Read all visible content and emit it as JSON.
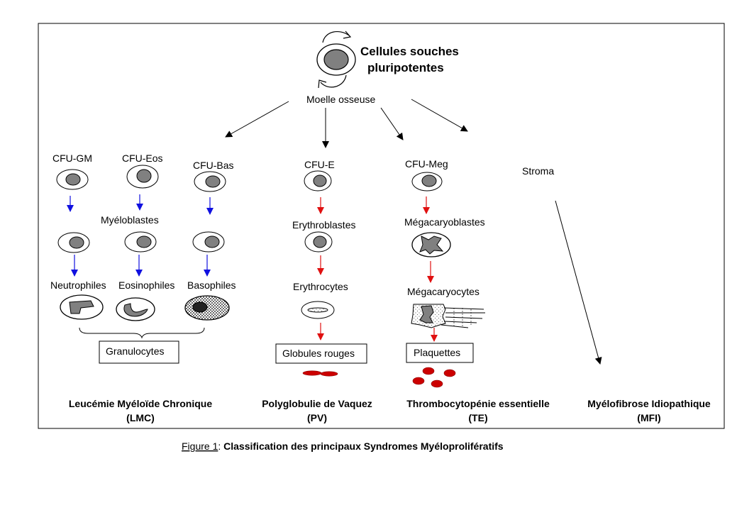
{
  "stem": {
    "title_line1": "Cellules souches",
    "title_line2": "pluripotentes",
    "marrow": "Moelle osseuse"
  },
  "lineages": {
    "cfu_gm": "CFU-GM",
    "cfu_eos": "CFU-Eos",
    "cfu_bas": "CFU-Bas",
    "cfu_e": "CFU-E",
    "cfu_meg": "CFU-Meg",
    "stroma": "Stroma"
  },
  "stages": {
    "myeloblasts": "Myéloblastes",
    "neutrophils": "Neutrophiles",
    "eosinophils": "Eosinophiles",
    "basophils": "Basophiles",
    "granulocytes": "Granulocytes",
    "erythroblasts": "Erythroblastes",
    "erythrocytes": "Erythrocytes",
    "red_cells": "Globules rouges",
    "megakaryoblasts": "Mégacaryoblastes",
    "megakaryocytes": "Mégacaryocytes",
    "platelets": "Plaquettes"
  },
  "diseases": [
    {
      "name": "Leucémie Myéloïde Chronique",
      "abbr": "(LMC)"
    },
    {
      "name": "Polyglobulie de Vaquez",
      "abbr": "(PV)"
    },
    {
      "name": "Thrombocytopénie essentielle",
      "abbr": "(TE)"
    },
    {
      "name": "Myélofibrose Idiopathique",
      "abbr": "(MFI)"
    }
  ],
  "caption": {
    "link": "Figure 1",
    "sep": ":",
    "text": " Classification des principaux Syndromes Myéloprolifératifs"
  },
  "colors": {
    "granulo_arrow": "#1010e0",
    "red_arrow": "#e01010",
    "nucleus": "#808080",
    "rbc": "#cc0000"
  }
}
